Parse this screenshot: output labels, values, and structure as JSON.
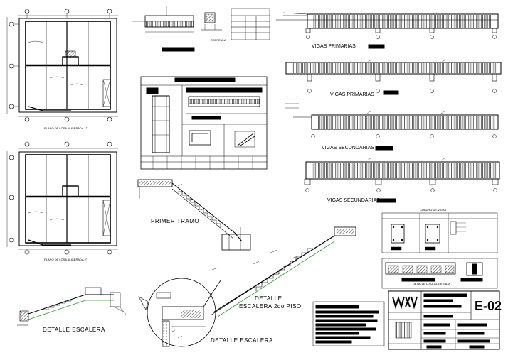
{
  "labels": {
    "primer_tramo": "PRIMER TRAMO",
    "detalle_escalera_left": "DETALLE ESCALERA",
    "detalle_escalera_bottom": "DETALLE ESCALERA",
    "detalle_escalera_2do_line1": "DETALLE",
    "detalle_escalera_2do_line2": "ESCALERA 2do PISO",
    "vigas_primarias_1": "VIGAS  PRIMARIAS",
    "vigas_primarias_2": "VIGAS  PRIMARIAS",
    "vigas_secundarias_1": "VIGAS  SECUNDARIAS",
    "vigas_secundarias_2": "VIGAS  SECUNDARIAS",
    "plano_losa_1": "PLANO  DE  LOSA ALIGERADA 1°",
    "plano_losa_2": "PLANO  DE  LOSA ALIGERADA 2°",
    "cuadro_de_vigas": "CUADRO DE VIGAS",
    "corte_aa": "CORTE A-A",
    "detalle_losa": "DETALLE LOSA ALIGERADA",
    "sheet_number": "E-02"
  },
  "colors": {
    "line": "#000000",
    "paper": "#ffffff",
    "accent_green": "#2e9b2e"
  }
}
